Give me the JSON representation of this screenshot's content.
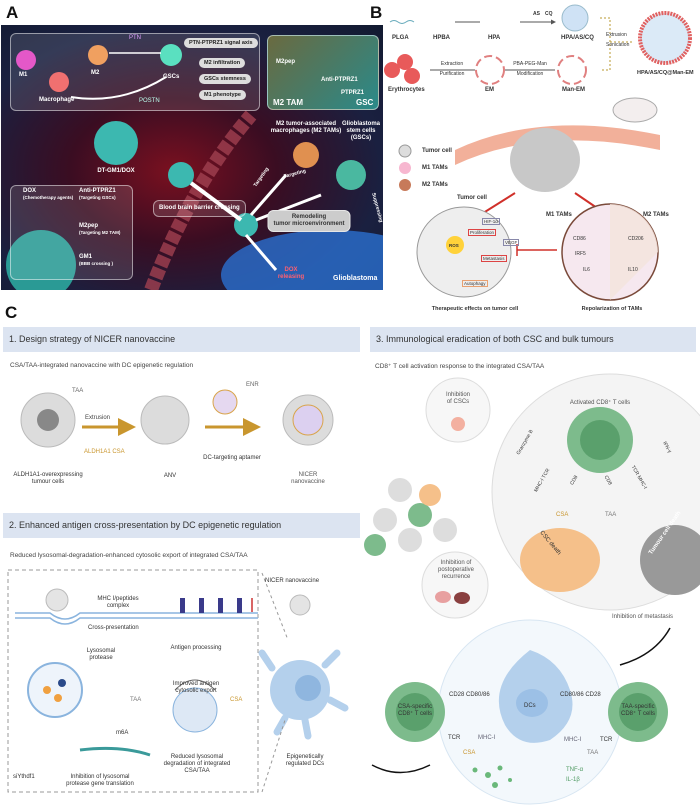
{
  "panel_labels": {
    "a": "A",
    "b": "B",
    "c": "C"
  },
  "panel_a": {
    "cells": {
      "m1": "M1",
      "m2": "M2",
      "gscs": "GSCs",
      "macrophage": "Macrophage",
      "ptn": "PTN",
      "postn": "POSTN"
    },
    "signal_axis": "PTN-PTPRZ1 signal axis",
    "effects": [
      "M2 infiltration",
      "GSCs stemness",
      "M1 phenotype"
    ],
    "inset": {
      "m2pep": "M2pep",
      "anti": "Anti-PTPRZ1",
      "ptprz1": "PTPRZ1",
      "m2tam": "M2 TAM",
      "gsc": "GSC"
    },
    "m2tams": [
      "M2 tumor-associated",
      "macrophages (M2 TAMs)"
    ],
    "gscs_label": [
      "Glioblastoma",
      "stem cells",
      "(GSCs)"
    ],
    "nano": "DT-GM1/DOX",
    "components": [
      {
        "name": "DOX",
        "desc": "(Chemotherapy agents)"
      },
      {
        "name": "Anti-PTPRZ1",
        "desc": "(Targeting GSCs)"
      },
      {
        "name": "M2pep",
        "desc": "(Targeting M2 TAM)"
      },
      {
        "name": "GM1",
        "desc": "(BBB crossing )"
      }
    ],
    "bbb": "Blood brain barrier crossing",
    "remodel": [
      "Remodeling",
      "tumor microenvironment"
    ],
    "targeting": "Targeting",
    "suppressing": "Suppressing",
    "dox_release": [
      "DOX",
      "releasing"
    ],
    "glioblastoma": "Glioblastoma"
  },
  "panel_b": {
    "plga": "PLGA",
    "hpba": "HPBA",
    "hpa": "HPA",
    "as": "AS",
    "cq": "CQ",
    "hpa_as_cq": "HPA/AS/CQ",
    "extrusion": "Extrusion",
    "sonication": "Sonication",
    "final": "HPA/AS/CQ@Man-EM",
    "erythrocytes": "Erythrocytes",
    "extraction": "Extraction",
    "purification": "Purification",
    "em": "EM",
    "pba": "PBA-PEG-Man",
    "modification": "Modification",
    "man_em": "Man-EM",
    "legend": [
      "Tumor cell",
      "M1 TAMs",
      "M2 TAMs"
    ],
    "tumor_title": "Tumor cell",
    "hif": "HIF-1α",
    "prolif": "Proliferation",
    "ros": "ROS",
    "metastasis": "Metastasis",
    "vegf": "VEGF",
    "autophagy": "Autophagy",
    "m1": "M1 TAMs",
    "m2": "M2 TAMs",
    "cd86": "CD86",
    "irf5": "IRF5",
    "il6": "IL6",
    "cd206": "CD206",
    "il10": "IL10",
    "caption_left": "Therapeutic effects on tumor cell",
    "caption_right": "Repolarization of TAMs"
  },
  "panel_c": {
    "s1": {
      "title": "1. Design strategy of NICER nanovaccine",
      "subtitle": "CSA/TAA-integrated nanovaccine with DC epigenetic regulation",
      "taa": "TAA",
      "extrusion": "Extrusion",
      "csa": "ALDH1A1 CSA",
      "tumour": [
        "ALDH1A1-overexpressing",
        "tumour cells"
      ],
      "anv": "ANV",
      "enr": "ENR",
      "aptamer": "DC-targeting aptamer",
      "nicer": [
        "NICER",
        "nanovaccine"
      ]
    },
    "s2": {
      "title": "2. Enhanced antigen cross-presentation by DC epigenetic regulation",
      "subtitle": "Reduced lysosomal-degradation-enhanced cytosolic export of integrated CSA/TAA",
      "mhc": [
        "MHC I/peptides",
        "complex"
      ],
      "cross": "Cross-presentation",
      "protease": [
        "Lysosomal",
        "protease"
      ],
      "processing": "Antigen processing",
      "export": [
        "Improved antigen",
        "cytosolic export"
      ],
      "taa": "TAA",
      "csa": "CSA",
      "si": "siYthdf1",
      "m6a": "m6A",
      "inhib": [
        "Inhibition of lysosomal",
        "protease gene translation"
      ],
      "reduced": [
        "Reduced lysosomal",
        "degradation of integrated",
        "CSA/TAA"
      ],
      "nicer": "NICER nanovaccine",
      "dcs": [
        "Epigenetically",
        "regulated DCs"
      ]
    },
    "s3": {
      "title": "3. Immunological eradication of both CSC and bulk tumours",
      "subtitle": "CD8⁺ T cell activation response to the integrated CSA/TAA",
      "csc_inhib": [
        "Inhibition",
        "of CSCs"
      ],
      "activated": "Activated CD8⁺ T cells",
      "granzyme": "Granzyme B",
      "ifn": "IFN-γ",
      "mhc_tcr": "MHC-I TCR",
      "cd8": "CD8",
      "tcr_mhc": "TCR MHC-I",
      "csa": "CSA",
      "taa": "TAA",
      "csc_death": "CSC death",
      "tumour_death": "Tumour cell death",
      "recurrence": [
        "Inhibition of",
        "postoperative",
        "recurrence"
      ],
      "metastasis": "Inhibition of metastasis",
      "csa_t": [
        "CSA-specific",
        "CD8⁺ T cells"
      ],
      "taa_t": [
        "TAA-specific",
        "CD8⁺ T cells"
      ],
      "cd28_l": "CD28 CD80/86",
      "cd28_r": "CD80/86 CD28",
      "dcs": "DCs",
      "tcr": "TCR",
      "mhci": "MHC-I",
      "tnf": "TNF-α",
      "il1": "IL-1β"
    }
  },
  "colors": {
    "header_bar": "#dce4f1",
    "gold": "#c9962e",
    "tcell_green": "#6fae7d",
    "dc_blue": "#a9c8e6"
  }
}
